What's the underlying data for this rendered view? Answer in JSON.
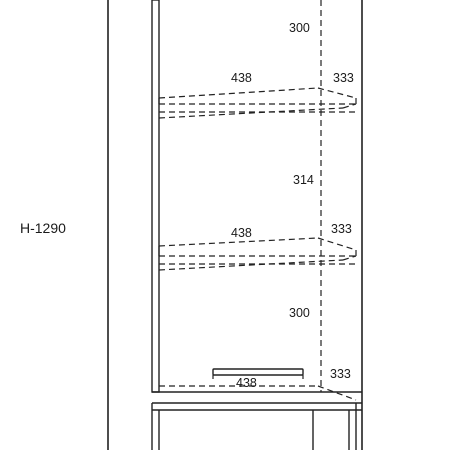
{
  "drawing": {
    "height_label": "H-1290",
    "compartments": [
      {
        "height_label": "300"
      },
      {
        "height_label": "314"
      },
      {
        "height_label": "300"
      }
    ],
    "shelves": [
      {
        "width_label": "438",
        "depth_label": "333"
      },
      {
        "width_label": "438",
        "depth_label": "333"
      },
      {
        "width_label": "438",
        "depth_label": "333"
      }
    ]
  }
}
